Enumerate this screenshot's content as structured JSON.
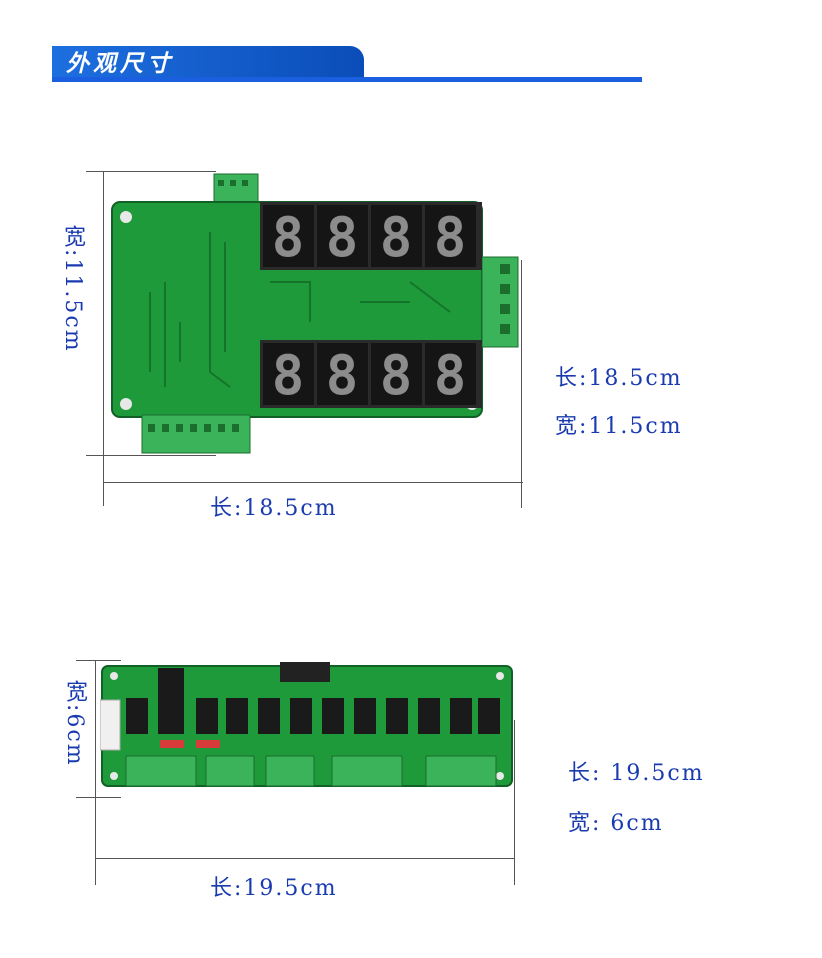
{
  "header": {
    "title": "外观尺寸"
  },
  "board1": {
    "height_label": "宽:11.5cm",
    "length_label": "长:18.5cm",
    "side_length": "长:18.5cm",
    "side_width": "宽:11.5cm",
    "digits_top": [
      "8",
      "8",
      "8",
      "8"
    ],
    "digits_bottom": [
      "8",
      "8",
      "8",
      "8"
    ]
  },
  "board2": {
    "height_label": "宽:6cm",
    "length_label": "长:19.5cm",
    "side_length": "长: 19.5cm",
    "side_width": "宽: 6cm"
  },
  "colors": {
    "accent": "#1a5fe0",
    "pcb": "#1e9a3a",
    "pcb_dark": "#14742a",
    "text": "#1a3bb0"
  }
}
